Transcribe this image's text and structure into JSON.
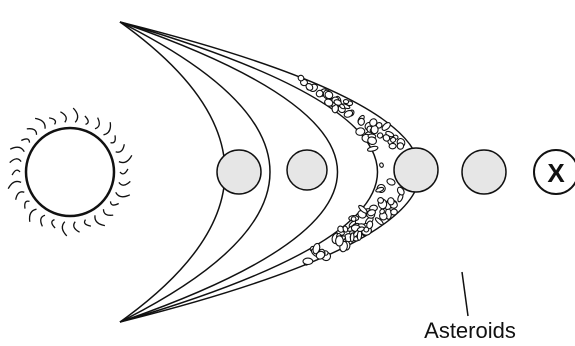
{
  "diagram": {
    "planet_label": "X",
    "asteroid_label": "Asteroids",
    "planet_count": 5,
    "colors": {
      "ink": "#111111",
      "background": "#ffffff",
      "planet_fill": "#e6e6e6",
      "planet_x_fill": "#ffffff"
    },
    "elements": [
      "sun",
      "orbits",
      "planets",
      "asteroid-belt",
      "asteroids-leader-line"
    ]
  }
}
